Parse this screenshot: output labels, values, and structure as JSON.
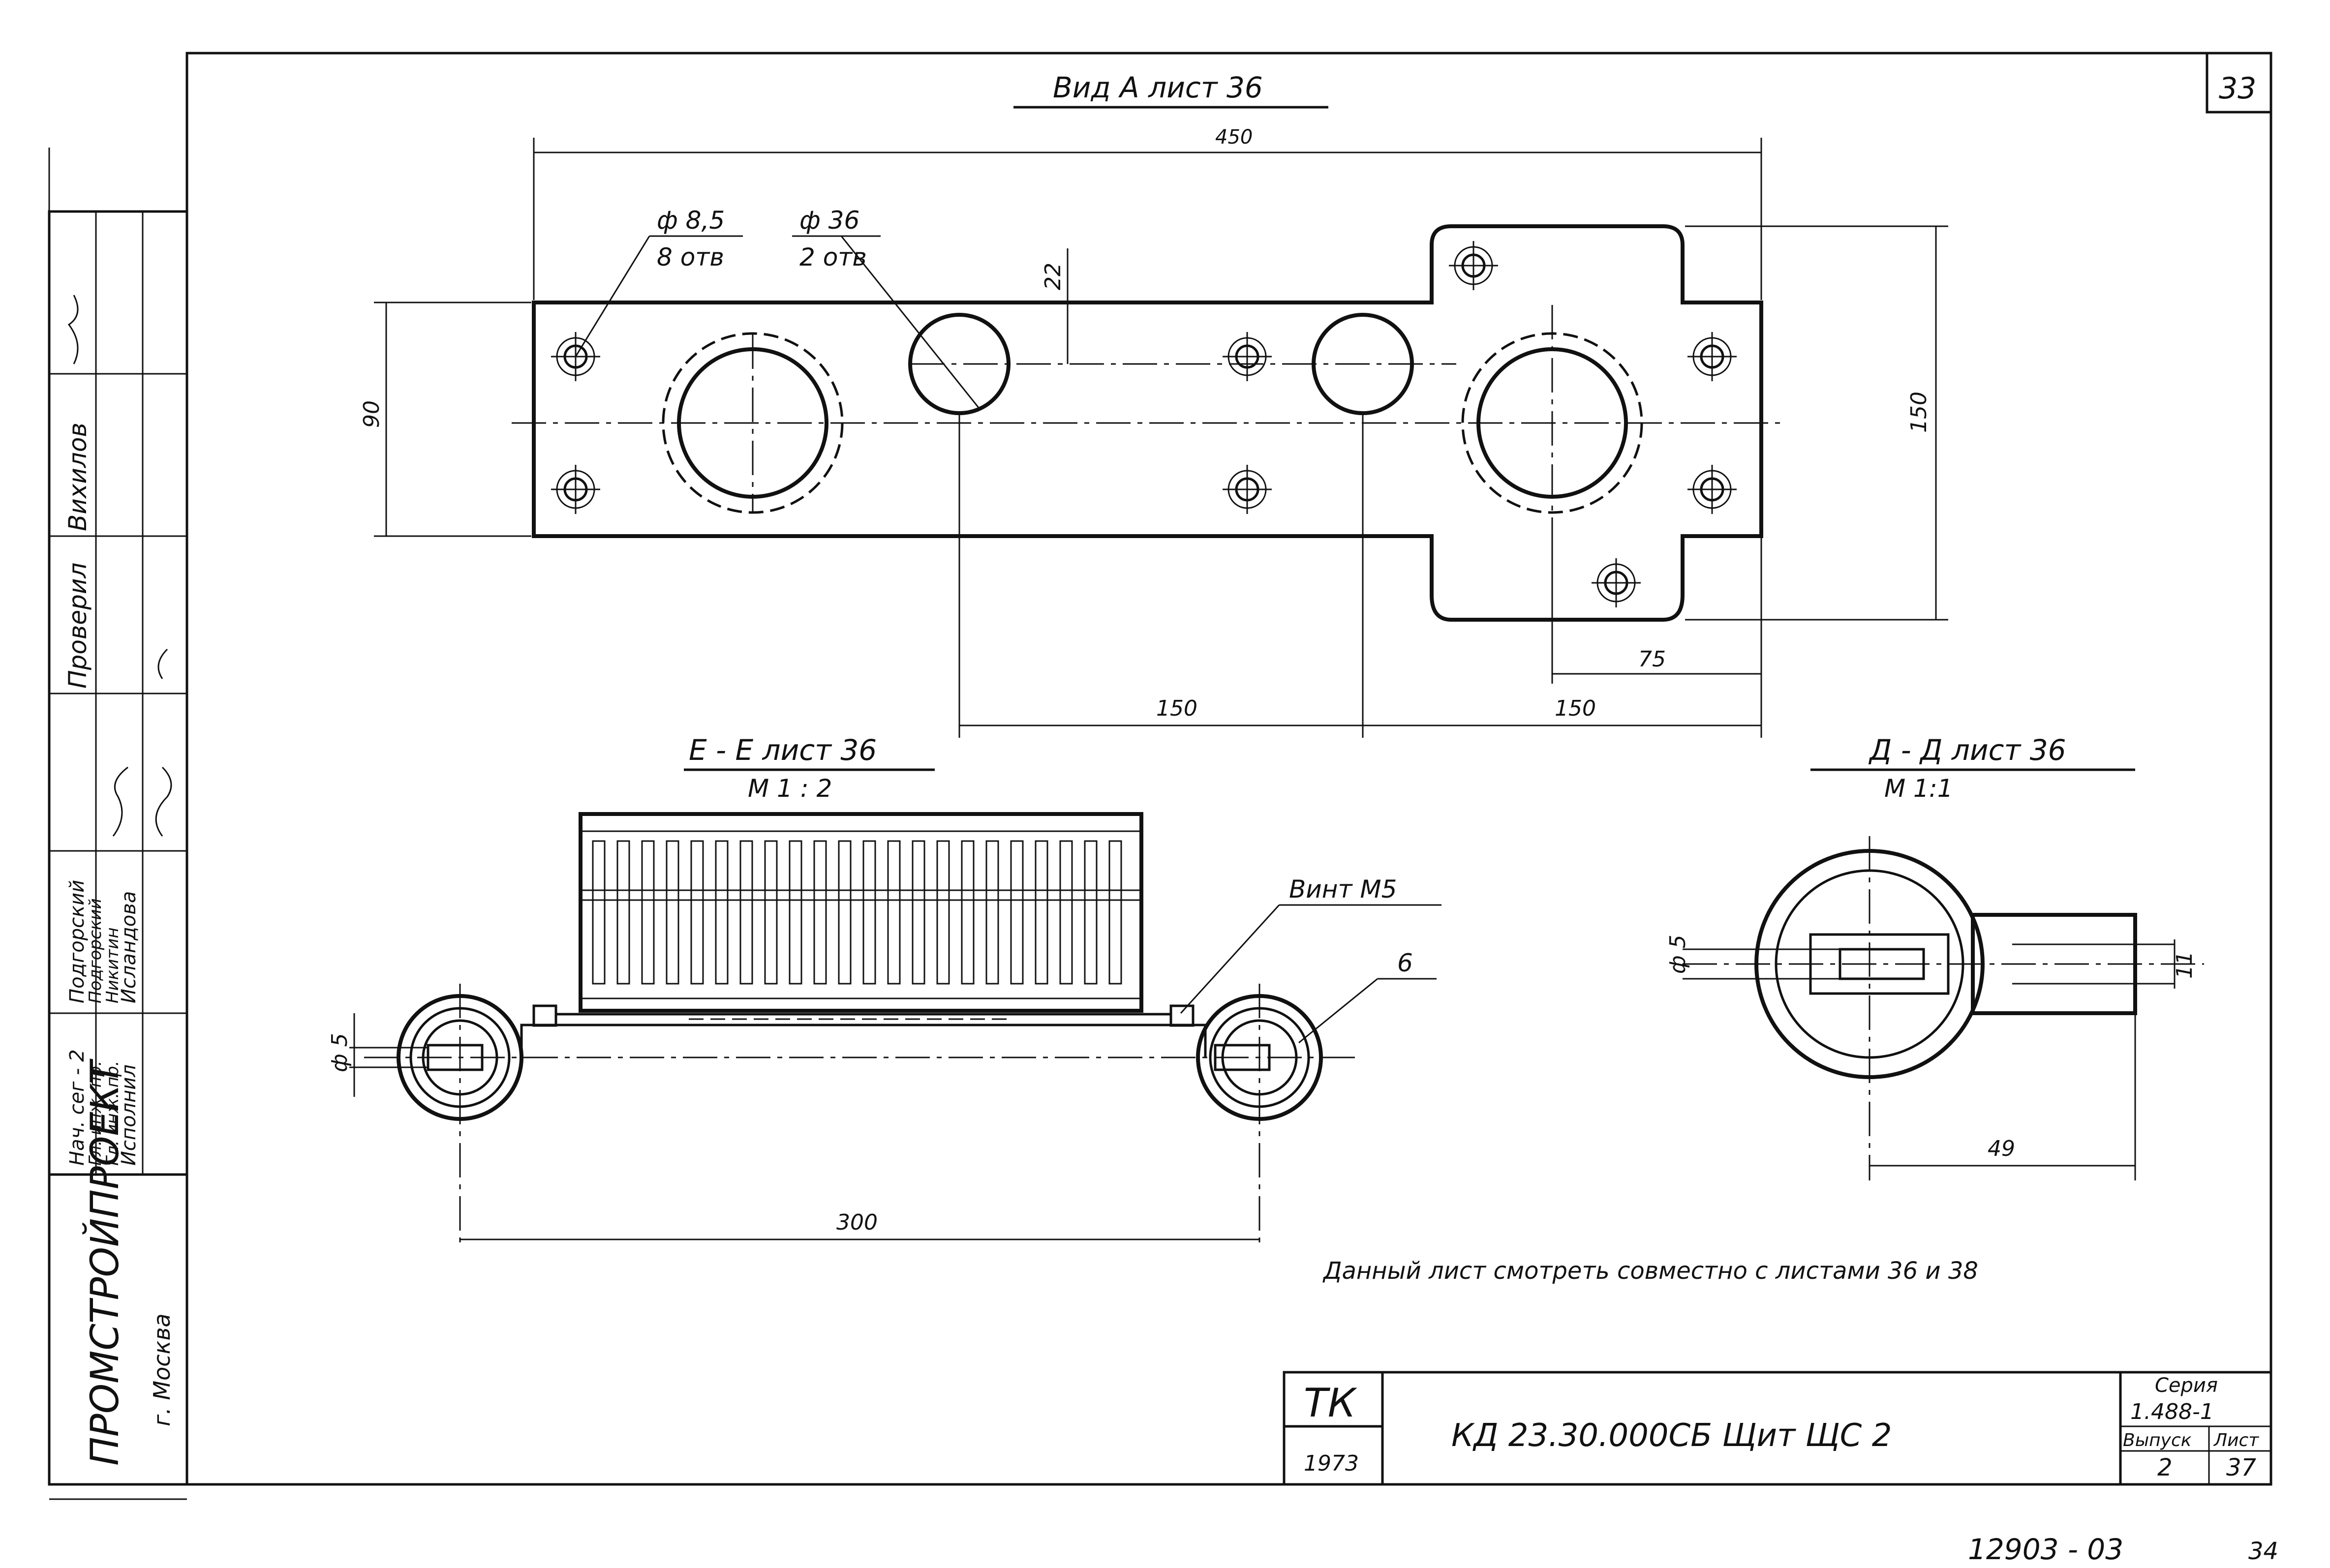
{
  "sheet_top_number": "33",
  "views": {
    "plan": {
      "title": "Вид А лист 36",
      "dims": {
        "total_length": "450",
        "hole_small_dia": "ф 8,5",
        "hole_small_count": "8 отв",
        "hole_large_dia": "ф 36",
        "hole_large_count": "2 отв",
        "offset": "22",
        "height_left": "90",
        "height_right": "150",
        "dim_75": "75",
        "dim_150_left": "150",
        "dim_150_right": "150"
      }
    },
    "section_e": {
      "title": "Е - Е лист 36",
      "scale": "М 1 : 2",
      "screw_label": "Винт  М5",
      "label_6": "6",
      "dia_5": "ф 5",
      "span_300": "300"
    },
    "section_d": {
      "title": "Д - Д  лист 36",
      "scale": "М 1:1",
      "dia_5": "ф 5",
      "dim_11": "11",
      "dim_49": "49"
    }
  },
  "note": "Данный   лист  смотреть  совместно  с  листами 36 и 38",
  "title_block": {
    "tk": "ТК",
    "year": "1973",
    "designation": "КД 23.30.000СБ Щит    ЩС 2",
    "series_label": "Серия",
    "series_value": "1.488-1",
    "issue_label": "Выпуск",
    "issue_value": "2",
    "sheet_label": "Лист",
    "sheet_value": "37"
  },
  "side_stamp": {
    "org": "ПРОМСТРОЙПРОЕКТ",
    "city": "г. Москва",
    "roles": [
      "Нач. сег - 2",
      "Гл. инж. пр.",
      "Гл. инж. пр.",
      "Исполнил"
    ],
    "names": [
      "Подгорский",
      "Подгорский",
      "Никитин",
      "Исландова"
    ],
    "top_entries": [
      "Проверил",
      "Вихилов"
    ]
  },
  "footer": {
    "archive_number": "12903 - 03",
    "page": "34"
  }
}
